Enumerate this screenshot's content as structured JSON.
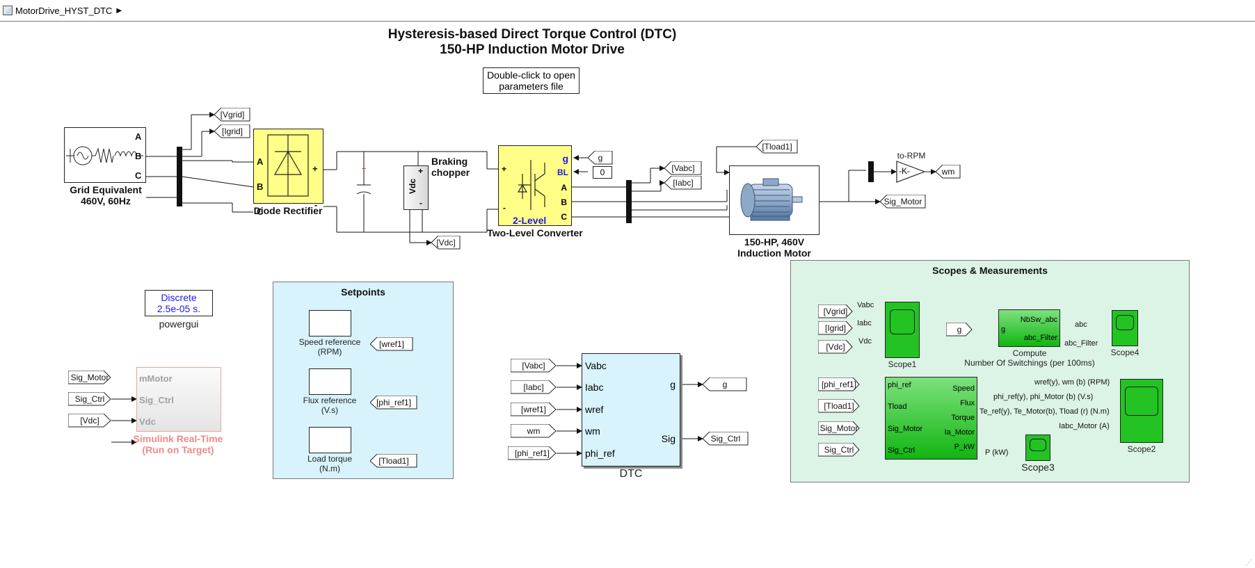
{
  "breadcrumb": {
    "model": "MotorDrive_HYST_DTC"
  },
  "title": {
    "line1": "Hysteresis-based Direct Torque Control (DTC)",
    "line2": "150-HP Induction Motor Drive"
  },
  "note": "Double-click to open\nparameters file",
  "grid": {
    "label1": "Grid Equivalent",
    "label2": "460V, 60Hz",
    "ports": [
      "A",
      "B",
      "C"
    ]
  },
  "rectifier": {
    "label": "Diode Rectifier",
    "ports_in": [
      "A",
      "B",
      "C"
    ],
    "plus": "+",
    "minus": "-"
  },
  "chopper": {
    "label1": "Braking",
    "label2": "chopper",
    "vdc": "Vdc",
    "plus": "+",
    "minus": "-"
  },
  "converter": {
    "label": "Two-Level Converter",
    "g": "g",
    "bl": "BL",
    "ports_out": [
      "A",
      "B",
      "C"
    ],
    "level": "2-Level",
    "plus": "+",
    "minus": "-"
  },
  "motor": {
    "label1": "150-HP, 460V",
    "label2": "Induction Motor"
  },
  "torpm": {
    "label": "to-RPM",
    "gain": "-K-"
  },
  "tags": {
    "vgrid": "[Vgrid]",
    "igrid": "[Igrid]",
    "vdc": "[Vdc]",
    "g": "g",
    "zero": "0",
    "vabc": "[Vabc]",
    "iabc": "[Iabc]",
    "tload1": "[Tload1]",
    "wm": "wm",
    "sig_motor": "Sig_Motor"
  },
  "powergui": {
    "line1": "Discrete",
    "line2": "2.5e-05 s.",
    "label": "powergui"
  },
  "slrt": {
    "inputs": [
      "Sig_Motor",
      "Sig_Ctrl",
      "[Vdc]"
    ],
    "ports": [
      "mMotor",
      "Sig_Ctrl",
      "Vdc"
    ],
    "label1": "Simulink Real-Time",
    "label2": "(Run on Target)"
  },
  "setpoints": {
    "title": "Setpoints",
    "items": [
      {
        "label1": "Speed reference",
        "label2": "(RPM)",
        "tag": "[wref1]"
      },
      {
        "label1": "Flux reference",
        "label2": "(V.s)",
        "tag": "[phi_ref1]"
      },
      {
        "label1": "Load torque",
        "label2": "(N.m)",
        "tag": "[Tload1]"
      }
    ]
  },
  "dtc": {
    "label": "DTC",
    "inputs": [
      "[Vabc]",
      "[Iabc]",
      "[wref1]",
      "wm",
      "[phi_ref1]"
    ],
    "ports_in": [
      "Vabc",
      "Iabc",
      "wref",
      "wm",
      "phi_ref"
    ],
    "ports_out": [
      "g",
      "Sig"
    ],
    "outputs": [
      "g",
      "Sig_Ctrl"
    ]
  },
  "scopes": {
    "title": "Scopes & Measurements",
    "scope1": {
      "label": "Scope1",
      "inputs": [
        "[Vgrid]",
        "[Igrid]",
        "[Vdc]"
      ],
      "signals": [
        "Vabc",
        "Iabc",
        "Vdc"
      ]
    },
    "compute": {
      "in": "g",
      "port_in": "g",
      "ports_out": [
        "NbSw_abc",
        "abc_Filter"
      ],
      "signals": [
        "abc",
        "abc_Filter"
      ],
      "label1": "Compute",
      "label2": "Number Of Switchings (per 100ms)"
    },
    "scope4": {
      "label": "Scope4"
    },
    "meas": {
      "inputs": [
        "[phi_ref1]",
        "[Tload1]",
        "Sig_Motor",
        "Sig_Ctrl"
      ],
      "ports_in": [
        "phi_ref",
        "Tload",
        "Sig_Motor",
        "Sig_Ctrl"
      ],
      "ports_out": [
        "Speed",
        "Flux",
        "Torque",
        "Ia_Motor",
        "P_kW"
      ],
      "signals": [
        "wref(y), wm (b) (RPM)",
        "phi_ref(y), phi_Motor (b)  (V.s)",
        "Te_ref(y), Te_Motor(b), Tload (r) (N.m)",
        "Iabc_Motor (A)",
        "P (kW)"
      ]
    },
    "scope2": {
      "label": "Scope2"
    },
    "scope3": {
      "label": "Scope3"
    }
  }
}
